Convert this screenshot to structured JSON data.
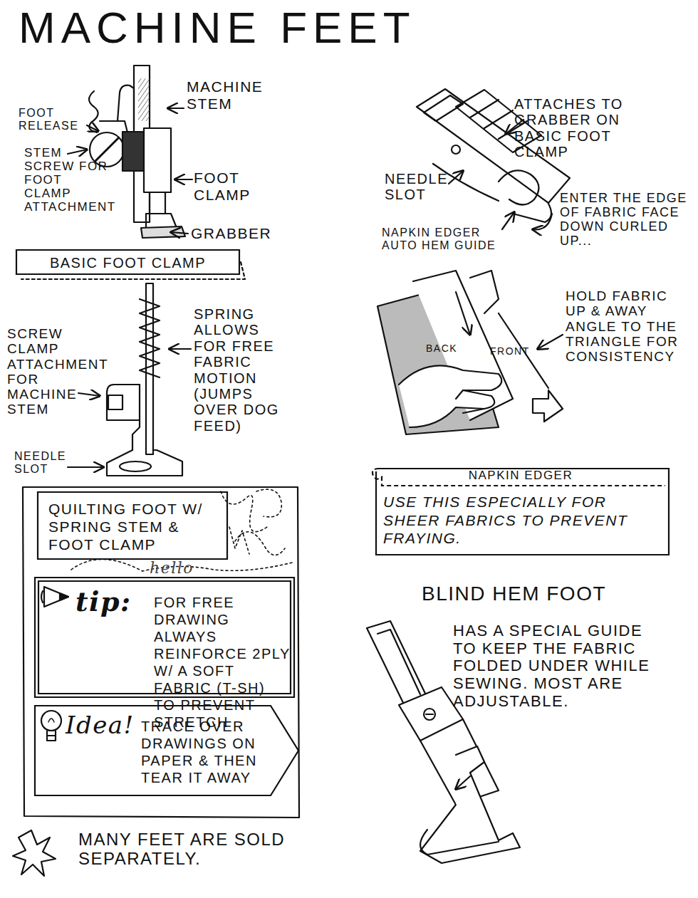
{
  "diagram": {
    "title": "MACHINE FEET",
    "nodes": [
      {
        "text": [
          "BASIC FOOT CLAMP"
        ]
      },
      {
        "text": [
          "QUILTING FOOT W/ SPRING STEM & FOOT CLAMP"
        ]
      },
      {
        "text": [
          "tip:",
          "FOR FREE DRAWING ALWAYS REINFORCE 2PLY W/ A SOFT FABRIC (T-SH) TO PREVENT STRETCH"
        ]
      },
      {
        "text": [
          "Idea!",
          "TRACE OVER DRAWINGS ON PAPER & THEN TEAR IT AWAY"
        ]
      },
      {
        "text": [
          "NAPKIN EDGER",
          "USE THIS ESPECIALLY FOR SHEER FABRICS TO PREVENT FRAYING."
        ]
      }
    ],
    "labels": [
      "MACHINE STEM",
      "FOOT RELEASE",
      "STEM SCREW FOR FOOT CLAMP ATTACHMENT",
      "FOOT CLAMP",
      "GRABBER",
      "SPRING ALLOWS FOR FREE FABRIC MOTION (JUMPS OVER DOG FEED)",
      "SCREW CLAMP ATTACHMENT FOR MACHINE STEM",
      "NEEDLE SLOT",
      "ATTACHES TO GRABBER ON BASIC FOOT CLAMP",
      "NEEDLE SLOT",
      "NAPKIN EDGER AUTO HEM GUIDE",
      "ENTER THE EDGE OF FABRIC FACE DOWN CURLED UP...",
      "BACK",
      "FRONT",
      "HOLD FABRIC UP & AWAY ANGLE TO THE TRIANGLE FOR CONSISTENCY",
      "BLIND HEM FOOT",
      "HAS A SPECIAL GUIDE TO KEEP THE FABRIC FOLDED UNDER WHILE SEWING. MOST ARE ADJUSTABLE.",
      "MANY FEET ARE SOLD SEPARATELY.",
      "hello"
    ]
  }
}
